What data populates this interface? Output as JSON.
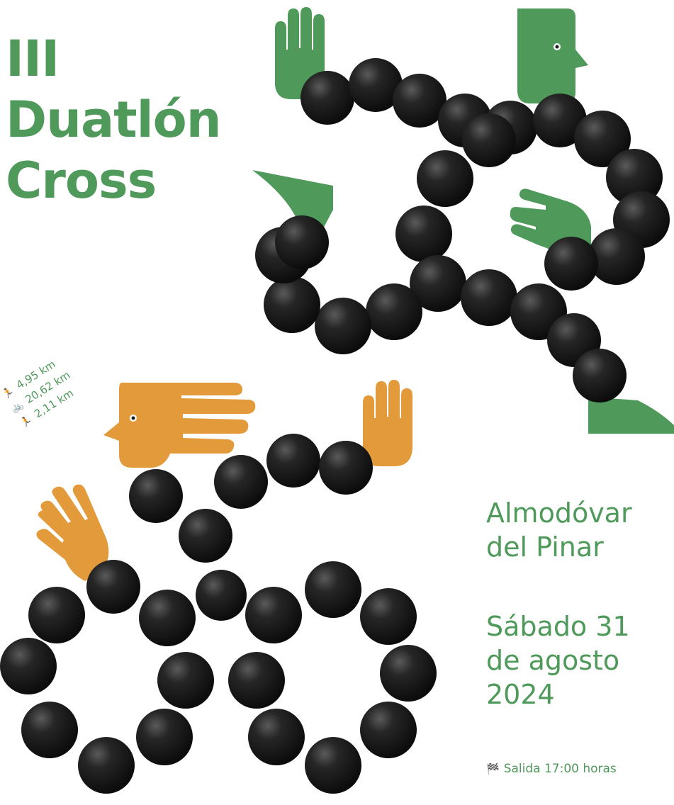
{
  "title": {
    "line1": "III",
    "line2": "Duatlón",
    "line3": "Cross"
  },
  "distances": [
    {
      "icon": "running-icon",
      "value": "4,95 km"
    },
    {
      "icon": "bicycle-icon",
      "value": "20,62 km"
    },
    {
      "icon": "running-icon",
      "value": "2,11 km"
    }
  ],
  "place": {
    "line1": "Almodóvar",
    "line2": "del Pinar"
  },
  "date": {
    "line1": "Sábado 31",
    "line2": "de agosto",
    "line3": "2024"
  },
  "start": {
    "icon": "checkered-flag-icon",
    "label": "Salida 17:00 horas"
  },
  "colors": {
    "green": "#4f9a5b",
    "orange": "#e39a3b",
    "black": "#1b1b1b",
    "background": "#ffffff"
  }
}
